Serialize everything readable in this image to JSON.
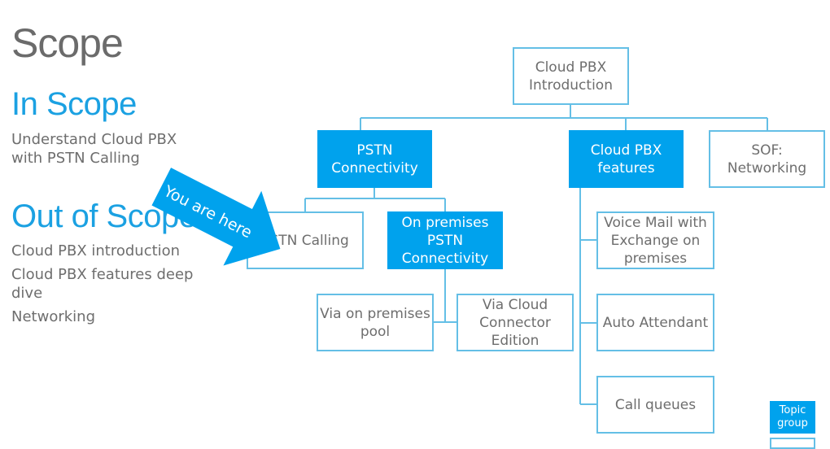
{
  "slide": {
    "title": "Scope",
    "in_scope": {
      "heading": "In Scope",
      "items": [
        "Understand Cloud PBX\nwith PSTN Calling"
      ]
    },
    "out_of_scope": {
      "heading": "Out of Scope",
      "items": [
        "Cloud PBX introduction",
        "Cloud PBX features deep\ndive",
        "Networking"
      ]
    },
    "callout": {
      "label": "You are here",
      "color": "#00a2ed"
    }
  },
  "diagram": {
    "colors": {
      "highlight": "#00a2ed",
      "outline": "#64bfe6",
      "text": "#6e6e6e"
    },
    "nodes": {
      "root": {
        "label": "Cloud PBX\nIntroduction",
        "highlighted": false
      },
      "pstn_connectivity": {
        "label": "PSTN\nConnectivity",
        "highlighted": true
      },
      "cloud_pbx_features": {
        "label": "Cloud PBX\nfeatures",
        "highlighted": true
      },
      "sof_networking": {
        "label": "SOF:\nNetworking",
        "highlighted": false
      },
      "pstn_calling": {
        "label": "PSTN Calling",
        "highlighted": false
      },
      "on_premises_pstn": {
        "label": "On premises\nPSTN\nConnectivity",
        "highlighted": true
      },
      "via_on_premises_pool": {
        "label": "Via on premises\npool",
        "highlighted": false
      },
      "via_cloud_connector": {
        "label": "Via Cloud\nConnector\nEdition",
        "highlighted": false
      },
      "voice_mail": {
        "label": "Voice Mail with\nExchange on\npremises",
        "highlighted": false
      },
      "auto_attendant": {
        "label": "Auto Attendant",
        "highlighted": false
      },
      "call_queues": {
        "label": "Call queues",
        "highlighted": false
      }
    }
  },
  "legend": {
    "topic_group": "Topic\ngroup"
  }
}
